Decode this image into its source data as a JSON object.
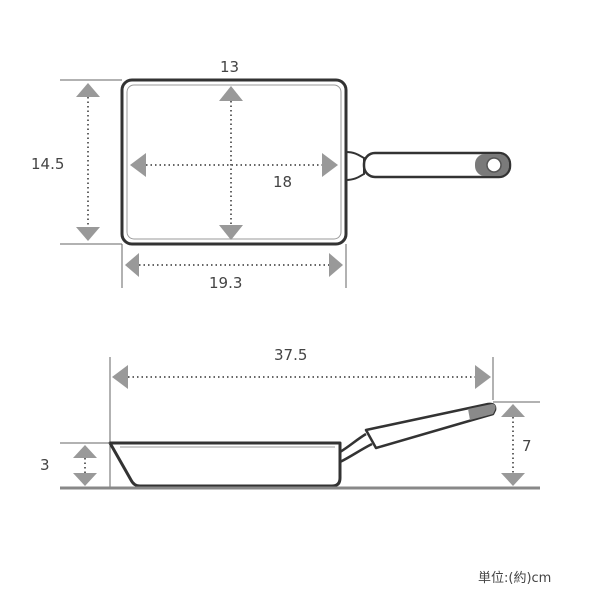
{
  "top_view": {
    "inner_width": "13",
    "inner_height": "14.5",
    "inner_length": "18",
    "outer_width": "19.3"
  },
  "side_view": {
    "total_length": "37.5",
    "depth": "3",
    "height": "7"
  },
  "unit_label": "単位:(約)cm"
}
